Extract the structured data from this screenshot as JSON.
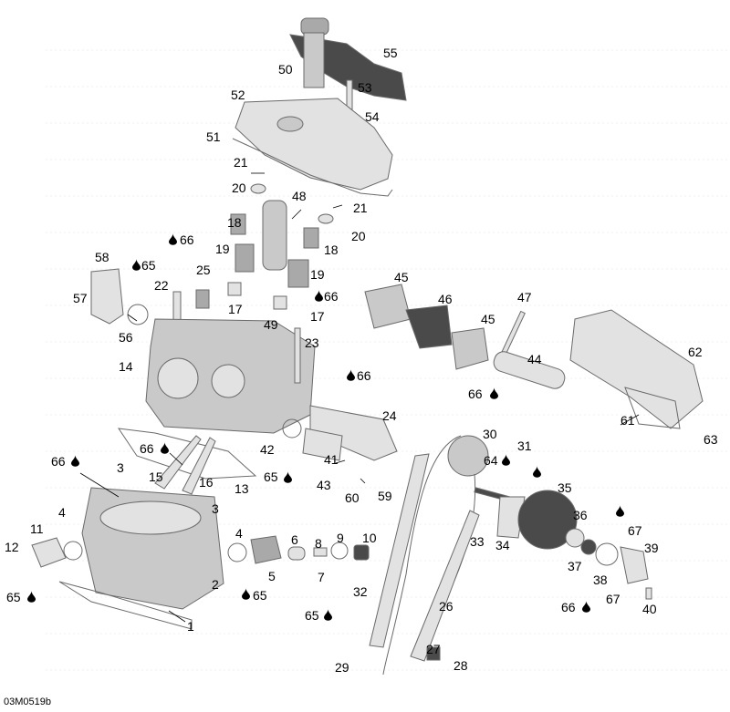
{
  "figure_code": "03M0519b",
  "callouts": [
    {
      "id": "1",
      "label": "1"
    },
    {
      "id": "2",
      "label": "2"
    },
    {
      "id": "3a",
      "label": "3"
    },
    {
      "id": "3b",
      "label": "3"
    },
    {
      "id": "4a",
      "label": "4"
    },
    {
      "id": "4b",
      "label": "4"
    },
    {
      "id": "5",
      "label": "5"
    },
    {
      "id": "6",
      "label": "6"
    },
    {
      "id": "7",
      "label": "7"
    },
    {
      "id": "8",
      "label": "8"
    },
    {
      "id": "9",
      "label": "9"
    },
    {
      "id": "10",
      "label": "10"
    },
    {
      "id": "11",
      "label": "11"
    },
    {
      "id": "12",
      "label": "12"
    },
    {
      "id": "13",
      "label": "13"
    },
    {
      "id": "14",
      "label": "14"
    },
    {
      "id": "15",
      "label": "15"
    },
    {
      "id": "16",
      "label": "16"
    },
    {
      "id": "17a",
      "label": "17"
    },
    {
      "id": "17b",
      "label": "17"
    },
    {
      "id": "18a",
      "label": "18"
    },
    {
      "id": "18b",
      "label": "18"
    },
    {
      "id": "19a",
      "label": "19"
    },
    {
      "id": "19b",
      "label": "19"
    },
    {
      "id": "20a",
      "label": "20"
    },
    {
      "id": "20b",
      "label": "20"
    },
    {
      "id": "21a",
      "label": "21"
    },
    {
      "id": "21b",
      "label": "21"
    },
    {
      "id": "22",
      "label": "22"
    },
    {
      "id": "23",
      "label": "23"
    },
    {
      "id": "24",
      "label": "24"
    },
    {
      "id": "25",
      "label": "25"
    },
    {
      "id": "26",
      "label": "26"
    },
    {
      "id": "27",
      "label": "27"
    },
    {
      "id": "28",
      "label": "28"
    },
    {
      "id": "29",
      "label": "29"
    },
    {
      "id": "30",
      "label": "30"
    },
    {
      "id": "31",
      "label": "31"
    },
    {
      "id": "32",
      "label": "32"
    },
    {
      "id": "33",
      "label": "33"
    },
    {
      "id": "34",
      "label": "34"
    },
    {
      "id": "35",
      "label": "35"
    },
    {
      "id": "36",
      "label": "36"
    },
    {
      "id": "37",
      "label": "37"
    },
    {
      "id": "38",
      "label": "38"
    },
    {
      "id": "39",
      "label": "39"
    },
    {
      "id": "40",
      "label": "40"
    },
    {
      "id": "41",
      "label": "41"
    },
    {
      "id": "42",
      "label": "42"
    },
    {
      "id": "43",
      "label": "43"
    },
    {
      "id": "44",
      "label": "44"
    },
    {
      "id": "45a",
      "label": "45"
    },
    {
      "id": "45b",
      "label": "45"
    },
    {
      "id": "46",
      "label": "46"
    },
    {
      "id": "47",
      "label": "47"
    },
    {
      "id": "48",
      "label": "48"
    },
    {
      "id": "49",
      "label": "49"
    },
    {
      "id": "50",
      "label": "50"
    },
    {
      "id": "51",
      "label": "51"
    },
    {
      "id": "52",
      "label": "52"
    },
    {
      "id": "53",
      "label": "53"
    },
    {
      "id": "54",
      "label": "54"
    },
    {
      "id": "55",
      "label": "55"
    },
    {
      "id": "56",
      "label": "56"
    },
    {
      "id": "57",
      "label": "57"
    },
    {
      "id": "58",
      "label": "58"
    },
    {
      "id": "59",
      "label": "59"
    },
    {
      "id": "60",
      "label": "60"
    },
    {
      "id": "61",
      "label": "61"
    },
    {
      "id": "62",
      "label": "62"
    },
    {
      "id": "63",
      "label": "63"
    },
    {
      "id": "64",
      "label": "64"
    },
    {
      "id": "65a",
      "label": "65"
    },
    {
      "id": "65b",
      "label": "65"
    },
    {
      "id": "65c",
      "label": "65"
    },
    {
      "id": "65d",
      "label": "65"
    },
    {
      "id": "65e",
      "label": "65"
    },
    {
      "id": "66a",
      "label": "66"
    },
    {
      "id": "66b",
      "label": "66"
    },
    {
      "id": "66c",
      "label": "66"
    },
    {
      "id": "66d",
      "label": "66"
    },
    {
      "id": "66e",
      "label": "66"
    },
    {
      "id": "66f",
      "label": "66"
    },
    {
      "id": "66g",
      "label": "66"
    },
    {
      "id": "67a",
      "label": "67"
    },
    {
      "id": "67b",
      "label": "67"
    }
  ]
}
